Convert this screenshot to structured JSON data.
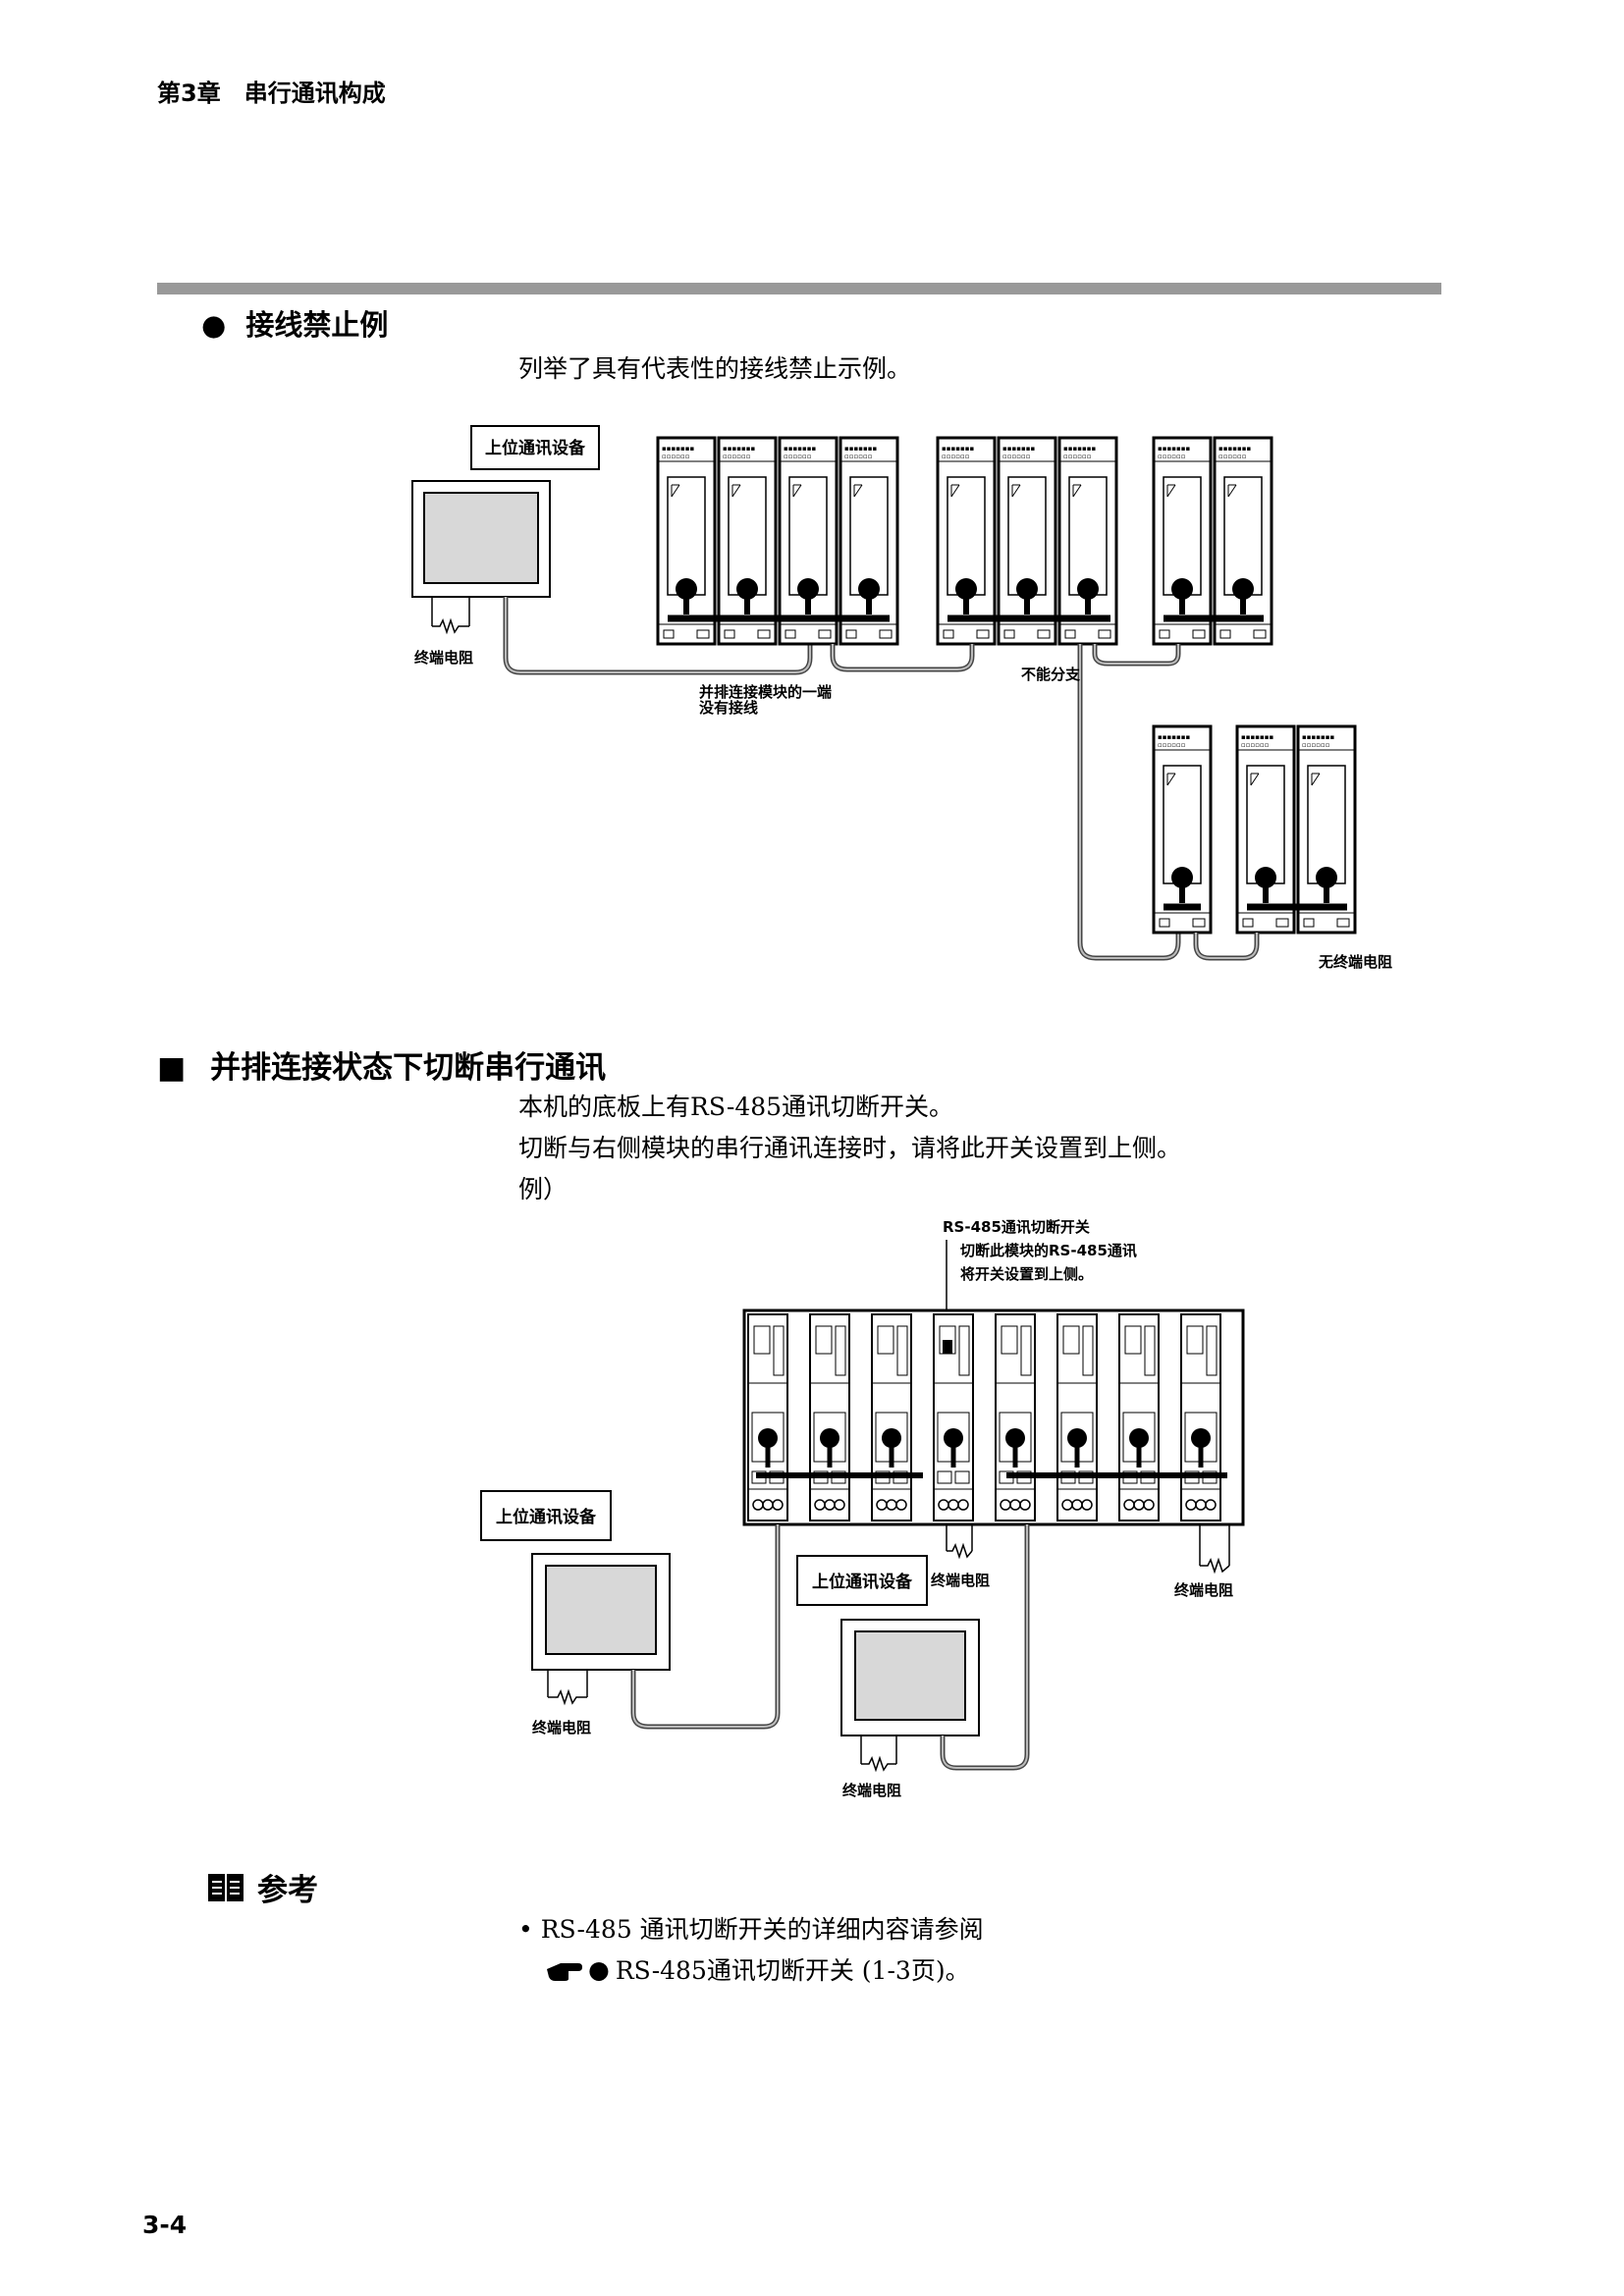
{
  "header": {
    "chapter": "第3章　串行通讯构成"
  },
  "section1": {
    "bullet": "●",
    "title": "接线禁止例",
    "intro": "列举了具有代表性的接线禁止示例。"
  },
  "figure1": {
    "host_label": "上位通讯设备",
    "terminator": "终端电阻",
    "annot_end_line1": "并排连接模块的一端",
    "annot_end_line2": "没有接线",
    "annot_branch": "不能分支",
    "annot_no_term": "无终端电阻"
  },
  "section2": {
    "bullet": "■",
    "title": "并排连接状态下切断串行通讯",
    "para1": "本机的底板上有RS-485通讯切断开关。",
    "para2": "切断与右侧模块的串行通讯连接时，请将此开关设置到上侧。",
    "para3": "例）"
  },
  "figure2": {
    "switch_label1": "RS-485通讯切断开关",
    "switch_label2": "切断此模块的RS-485通讯",
    "switch_label3": "将开关设置到上侧。",
    "host_label_a": "上位通讯设备",
    "host_label_b": "上位通讯设备",
    "term_a": "终端电阻",
    "term_b": "终端电阻",
    "term_c": "终端电阻",
    "term_d": "终端电阻"
  },
  "reference": {
    "title": "参考",
    "line1": "• RS-485 通讯切断开关的详细内容请参阅",
    "line2_prefix": "● ",
    "line2": "RS-485通讯切断开关 (1-3页)。"
  },
  "footer": {
    "page": "3-4"
  }
}
